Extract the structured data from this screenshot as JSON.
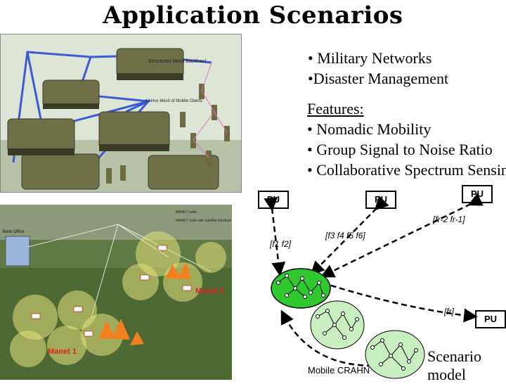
{
  "slide": {
    "title": "Application Scenarios",
    "bullets": [
      "• Military Networks",
      "•Disaster Management"
    ],
    "features_heading": "Features:",
    "features": [
      "• Nomadic Mobility",
      "• Group Signal to Noise Ratio",
      "• Collaborative Spectrum Sensing"
    ]
  },
  "military_image": {
    "caption_top": "Structured Mesh Backhaul",
    "caption_mid": "Ad Hoc Mesh of Mobile Clients"
  },
  "disaster_image": {
    "legend": [
      "MANET node",
      "MANET node with satellite interface"
    ],
    "back_office": "Back Office",
    "fire_labels": [
      "Manet 2",
      "Manet 1"
    ]
  },
  "diagram": {
    "pu_labels": [
      "PU",
      "PU",
      "PU",
      "PU"
    ],
    "freq_labels": [
      "[f1 f2]",
      "[f3 f4 f5 f6]",
      "[fr-2 fr-1]",
      "[fr]"
    ],
    "mobile_label": "Mobile CRAHN",
    "scenario_label": [
      "Scenario",
      "model"
    ],
    "colors": {
      "cluster_dark": "#2fc82f",
      "cluster_light": "#c8eec0"
    }
  }
}
